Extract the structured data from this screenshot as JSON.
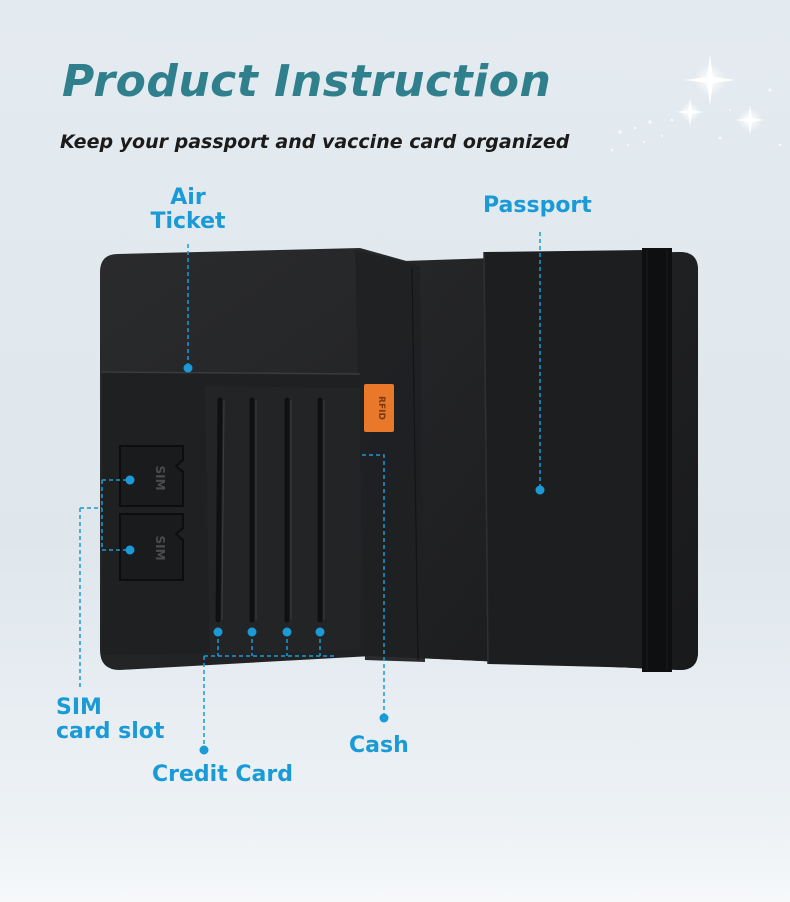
{
  "heading": {
    "title": "Product Instruction",
    "subtitle": "Keep your passport and vaccine card organized"
  },
  "labels": {
    "air_ticket_line1": "Air",
    "air_ticket_line2": "Ticket",
    "passport": "Passport",
    "sim_line1": "SIM",
    "sim_line2": "card slot",
    "credit_card": "Credit Card",
    "cash": "Cash",
    "sim_tag": "SIM",
    "rfid_tag": "RFID"
  },
  "colors": {
    "accent_blue": "#1a9ad6",
    "title_teal": "#2f7f8c",
    "wallet_black": "#1e1f21",
    "rfid_orange": "#e9782a"
  }
}
